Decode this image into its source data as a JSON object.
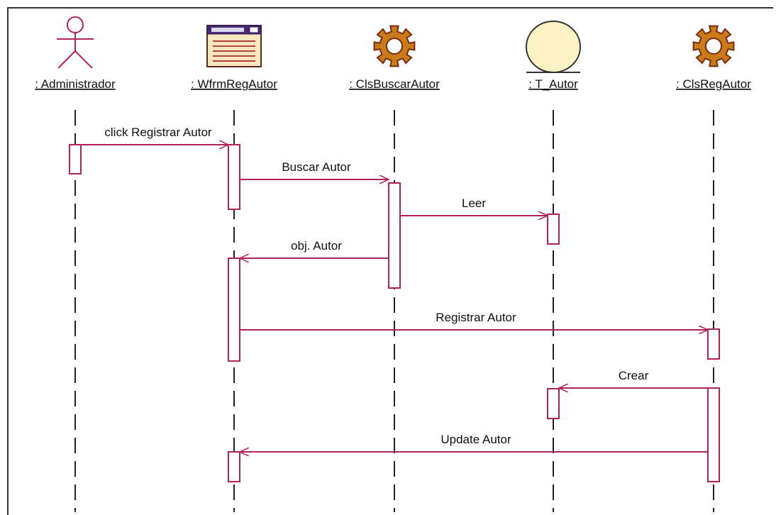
{
  "colors": {
    "lifeline": "#222222",
    "message": "#b0225a",
    "activation_fill": "#ffffff",
    "activation_stroke": "#b0225a",
    "actor": "#b0225a",
    "control_gear": "#c87b1a",
    "control_gear_dark": "#7a2a10",
    "entity_fill": "#fbf3c4",
    "window_fill": "#f6e7c0",
    "window_title": "#4a2a78",
    "label": "#111111"
  },
  "participants": [
    {
      "id": "admin",
      "label": ": Administrador",
      "icon": "actor-icon"
    },
    {
      "id": "wfrm",
      "label": ": WfrmRegAutor",
      "icon": "window-form-icon"
    },
    {
      "id": "buscar",
      "label": ": ClsBuscarAutor",
      "icon": "gear-control-icon"
    },
    {
      "id": "tautor",
      "label": ": T_Autor",
      "icon": "entity-circle-icon"
    },
    {
      "id": "reg",
      "label": ": ClsRegAutor",
      "icon": "gear-control-icon"
    }
  ],
  "messages": [
    {
      "from": "admin",
      "to": "wfrm",
      "label": "click Registrar Autor"
    },
    {
      "from": "wfrm",
      "to": "buscar",
      "label": "Buscar Autor"
    },
    {
      "from": "buscar",
      "to": "tautor",
      "label": "Leer"
    },
    {
      "from": "buscar",
      "to": "wfrm",
      "label": "obj. Autor"
    },
    {
      "from": "wfrm",
      "to": "reg",
      "label": "Registrar Autor"
    },
    {
      "from": "reg",
      "to": "tautor",
      "label": "Crear"
    },
    {
      "from": "reg",
      "to": "wfrm",
      "label": "Update Autor"
    }
  ]
}
